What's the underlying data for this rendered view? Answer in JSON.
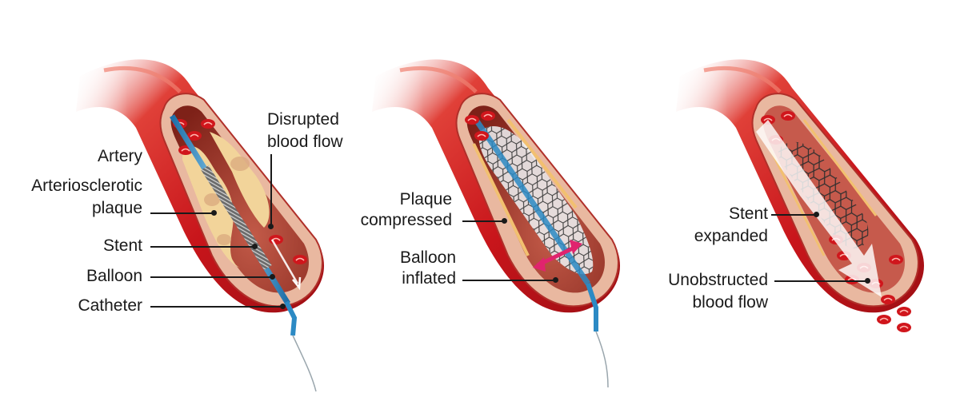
{
  "diagram": {
    "title": "Balloon angioplasty and stent placement",
    "colors": {
      "artery_outer": "#c8151b",
      "artery_highlight": "#e8554a",
      "artery_wall": "#e9b8a0",
      "lumen": "#a8342a",
      "plaque": "#f2d49a",
      "blood_cell": "#d0161c",
      "catheter": "#3a9bd0",
      "stent": "#555555",
      "balloon_arrow": "#e0246e",
      "label_text": "#1a1a1a"
    },
    "panels": [
      {
        "id": "before",
        "labels": {
          "artery": "Artery",
          "plaque_line1": "Arteriosclerotic",
          "plaque_line2": "plaque",
          "stent": "Stent",
          "balloon": "Balloon",
          "catheter": "Catheter",
          "flow_line1": "Disrupted",
          "flow_line2": "blood flow"
        }
      },
      {
        "id": "inflated",
        "labels": {
          "plaque_line1": "Plaque",
          "plaque_line2": "compressed",
          "balloon_line1": "Balloon",
          "balloon_line2": "inflated"
        }
      },
      {
        "id": "expanded",
        "labels": {
          "stent_line1": "Stent",
          "stent_line2": "expanded",
          "flow_line1": "Unobstructed",
          "flow_line2": "blood flow"
        }
      }
    ]
  }
}
